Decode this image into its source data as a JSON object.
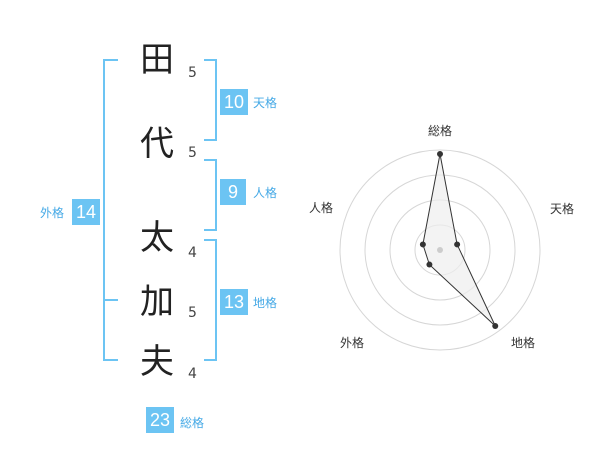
{
  "name": {
    "chars": [
      "田",
      "代",
      "太",
      "加",
      "夫"
    ],
    "strokes": [
      "5",
      "5",
      "4",
      "5",
      "4"
    ]
  },
  "scores": {
    "tenkaku": {
      "value": "10",
      "label": "天格"
    },
    "jinkaku": {
      "value": "9",
      "label": "人格"
    },
    "chikaku": {
      "value": "13",
      "label": "地格"
    },
    "gaikaku": {
      "value": "14",
      "label": "外格"
    },
    "soukaku": {
      "value": "23",
      "label": "総格"
    }
  },
  "radar": {
    "labels": {
      "soukaku": "総格",
      "tenkaku": "天格",
      "chikaku": "地格",
      "gaikaku": "外格",
      "jinkaku": "人格"
    },
    "levels": {
      "soukaku": 0.96,
      "tenkaku": 0.18,
      "chikaku": 0.94,
      "gaikaku": 0.18,
      "jinkaku": 0.18
    },
    "colors": {
      "bracket": "#6cc4f3",
      "ring": "#d6d6d6",
      "fill": "#eeeeee",
      "line": "#333333",
      "center": "#cccccc"
    }
  }
}
